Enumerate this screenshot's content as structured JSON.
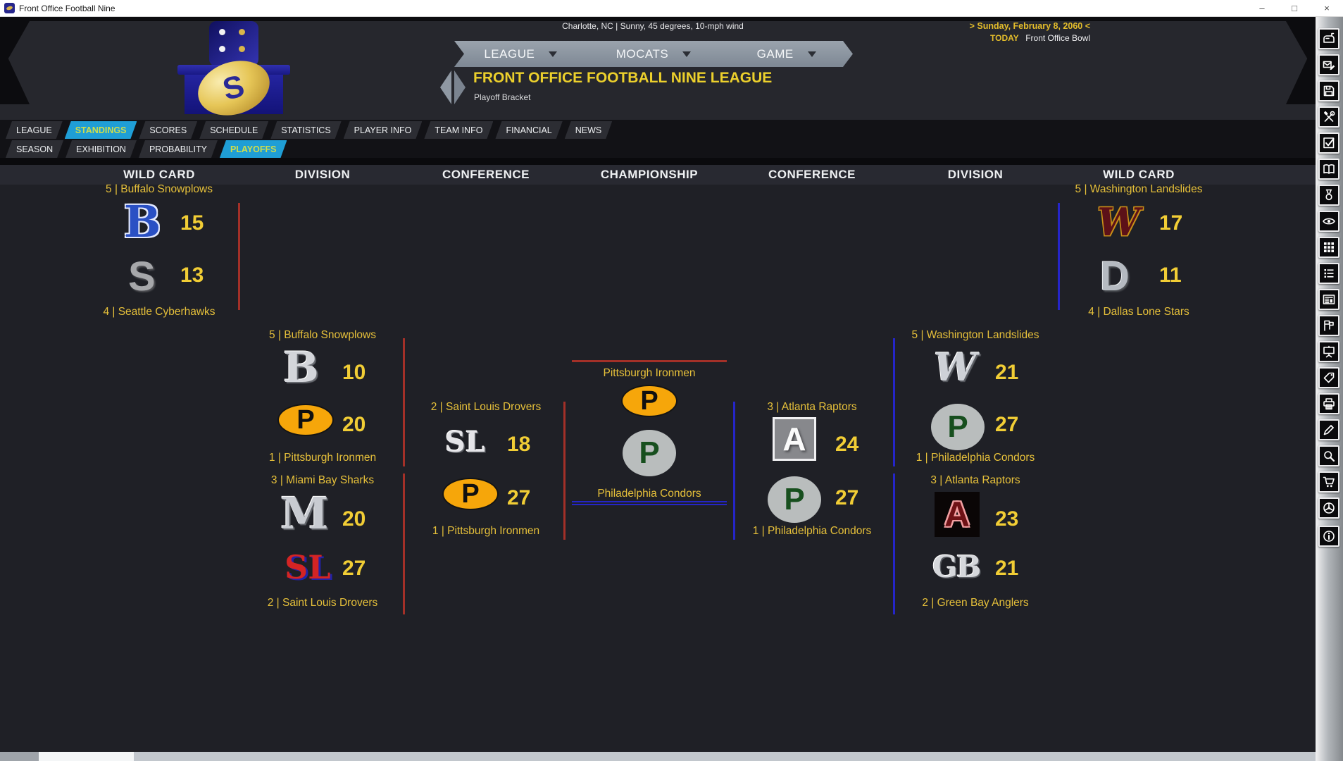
{
  "window": {
    "title": "Front Office Football Nine",
    "controls": [
      {
        "name": "minimize",
        "glyph": "–"
      },
      {
        "name": "maximize",
        "glyph": "□"
      },
      {
        "name": "close",
        "glyph": "×"
      }
    ]
  },
  "header": {
    "weather": "Charlotte, NC | Sunny, 45 degrees, 10-mph wind",
    "date_line": "> Sunday, February 8, 2060 <",
    "today_label": "TODAY",
    "today_event": "Front Office Bowl",
    "menus": [
      {
        "label": "LEAGUE"
      },
      {
        "label": "MOCATS"
      },
      {
        "label": "GAME"
      }
    ],
    "league_title": "FRONT OFFICE FOOTBALL NINE LEAGUE",
    "page_subtitle": "Playoff Bracket"
  },
  "tabs": {
    "primary": [
      {
        "label": "LEAGUE",
        "active": false
      },
      {
        "label": "STANDINGS",
        "active": true
      },
      {
        "label": "SCORES",
        "active": false
      },
      {
        "label": "SCHEDULE",
        "active": false
      },
      {
        "label": "STATISTICS",
        "active": false
      },
      {
        "label": "PLAYER INFO",
        "active": false
      },
      {
        "label": "TEAM INFO",
        "active": false
      },
      {
        "label": "FINANCIAL",
        "active": false
      },
      {
        "label": "NEWS",
        "active": false
      }
    ],
    "secondary": [
      {
        "label": "SEASON",
        "active": false
      },
      {
        "label": "EXHIBITION",
        "active": false
      },
      {
        "label": "PROBABILITY",
        "active": false
      },
      {
        "label": "PLAYOFFS",
        "active": true
      }
    ]
  },
  "logos": {
    "buffalo": "B",
    "seattle": "S",
    "pittsburgh": "P",
    "miami": "M",
    "saint_louis": "SL",
    "atlanta": "A",
    "philadelphia": "P",
    "washington": "W",
    "dallas": "D",
    "green_bay": "GB"
  },
  "bracket": {
    "round_headers": [
      "WILD CARD",
      "DIVISION",
      "CONFERENCE",
      "CHAMPIONSHIP",
      "CONFERENCE",
      "DIVISION",
      "WILD CARD"
    ],
    "left_wildcard": {
      "top_label": "5 | Buffalo Snowplows",
      "top_score": "15",
      "bottom_score": "13",
      "bottom_label": "4 | Seattle Cyberhawks"
    },
    "left_division_top": {
      "top_label": "5 | Buffalo Snowplows",
      "top_score": "10",
      "bottom_score": "20",
      "bottom_label": "1 | Pittsburgh Ironmen"
    },
    "left_division_bottom": {
      "top_label": "3 | Miami Bay Sharks",
      "top_score": "20",
      "bottom_score": "27",
      "bottom_label": "2 | Saint Louis Drovers"
    },
    "left_conference": {
      "top_label": "2 | Saint Louis Drovers",
      "top_score": "18",
      "bottom_score": "27",
      "bottom_label": "1 | Pittsburgh Ironmen"
    },
    "championship": {
      "top_team": "Pittsburgh Ironmen",
      "bottom_team": "Philadelphia Condors"
    },
    "right_conference": {
      "top_label": "3 | Atlanta Raptors",
      "top_score": "24",
      "bottom_score": "27",
      "bottom_label": "1 | Philadelphia Condors"
    },
    "right_division_top": {
      "top_label": "5 | Washington Landslides",
      "top_score": "21",
      "bottom_score": "27",
      "bottom_label": "1 | Philadelphia Condors"
    },
    "right_division_bottom": {
      "top_label": "3 | Atlanta Raptors",
      "top_score": "23",
      "bottom_score": "21",
      "bottom_label": "2 | Green Bay Anglers"
    },
    "right_wildcard": {
      "top_label": "5 | Washington Landslides",
      "top_score": "17",
      "bottom_score": "11",
      "bottom_label": "4 | Dallas Lone Stars"
    }
  },
  "sidebar": {
    "icons": [
      "mailbox",
      "compose",
      "save",
      "tools",
      "checkbox",
      "book",
      "medal",
      "eye",
      "grid",
      "list",
      "newspaper",
      "flags",
      "presentation",
      "tag",
      "printer",
      "pencil",
      "search",
      "cart",
      "wheel",
      "info"
    ]
  },
  "colors": {
    "accent_yellow": "#e6c03a",
    "score_yellow": "#f1cd35",
    "active_tab_blue": "#1f9ed6",
    "active_tab_text": "#cddd4d",
    "bracket_red": "#a33028",
    "bracket_blue": "#2525c8",
    "ribbon_gray": "#8b95a1"
  }
}
